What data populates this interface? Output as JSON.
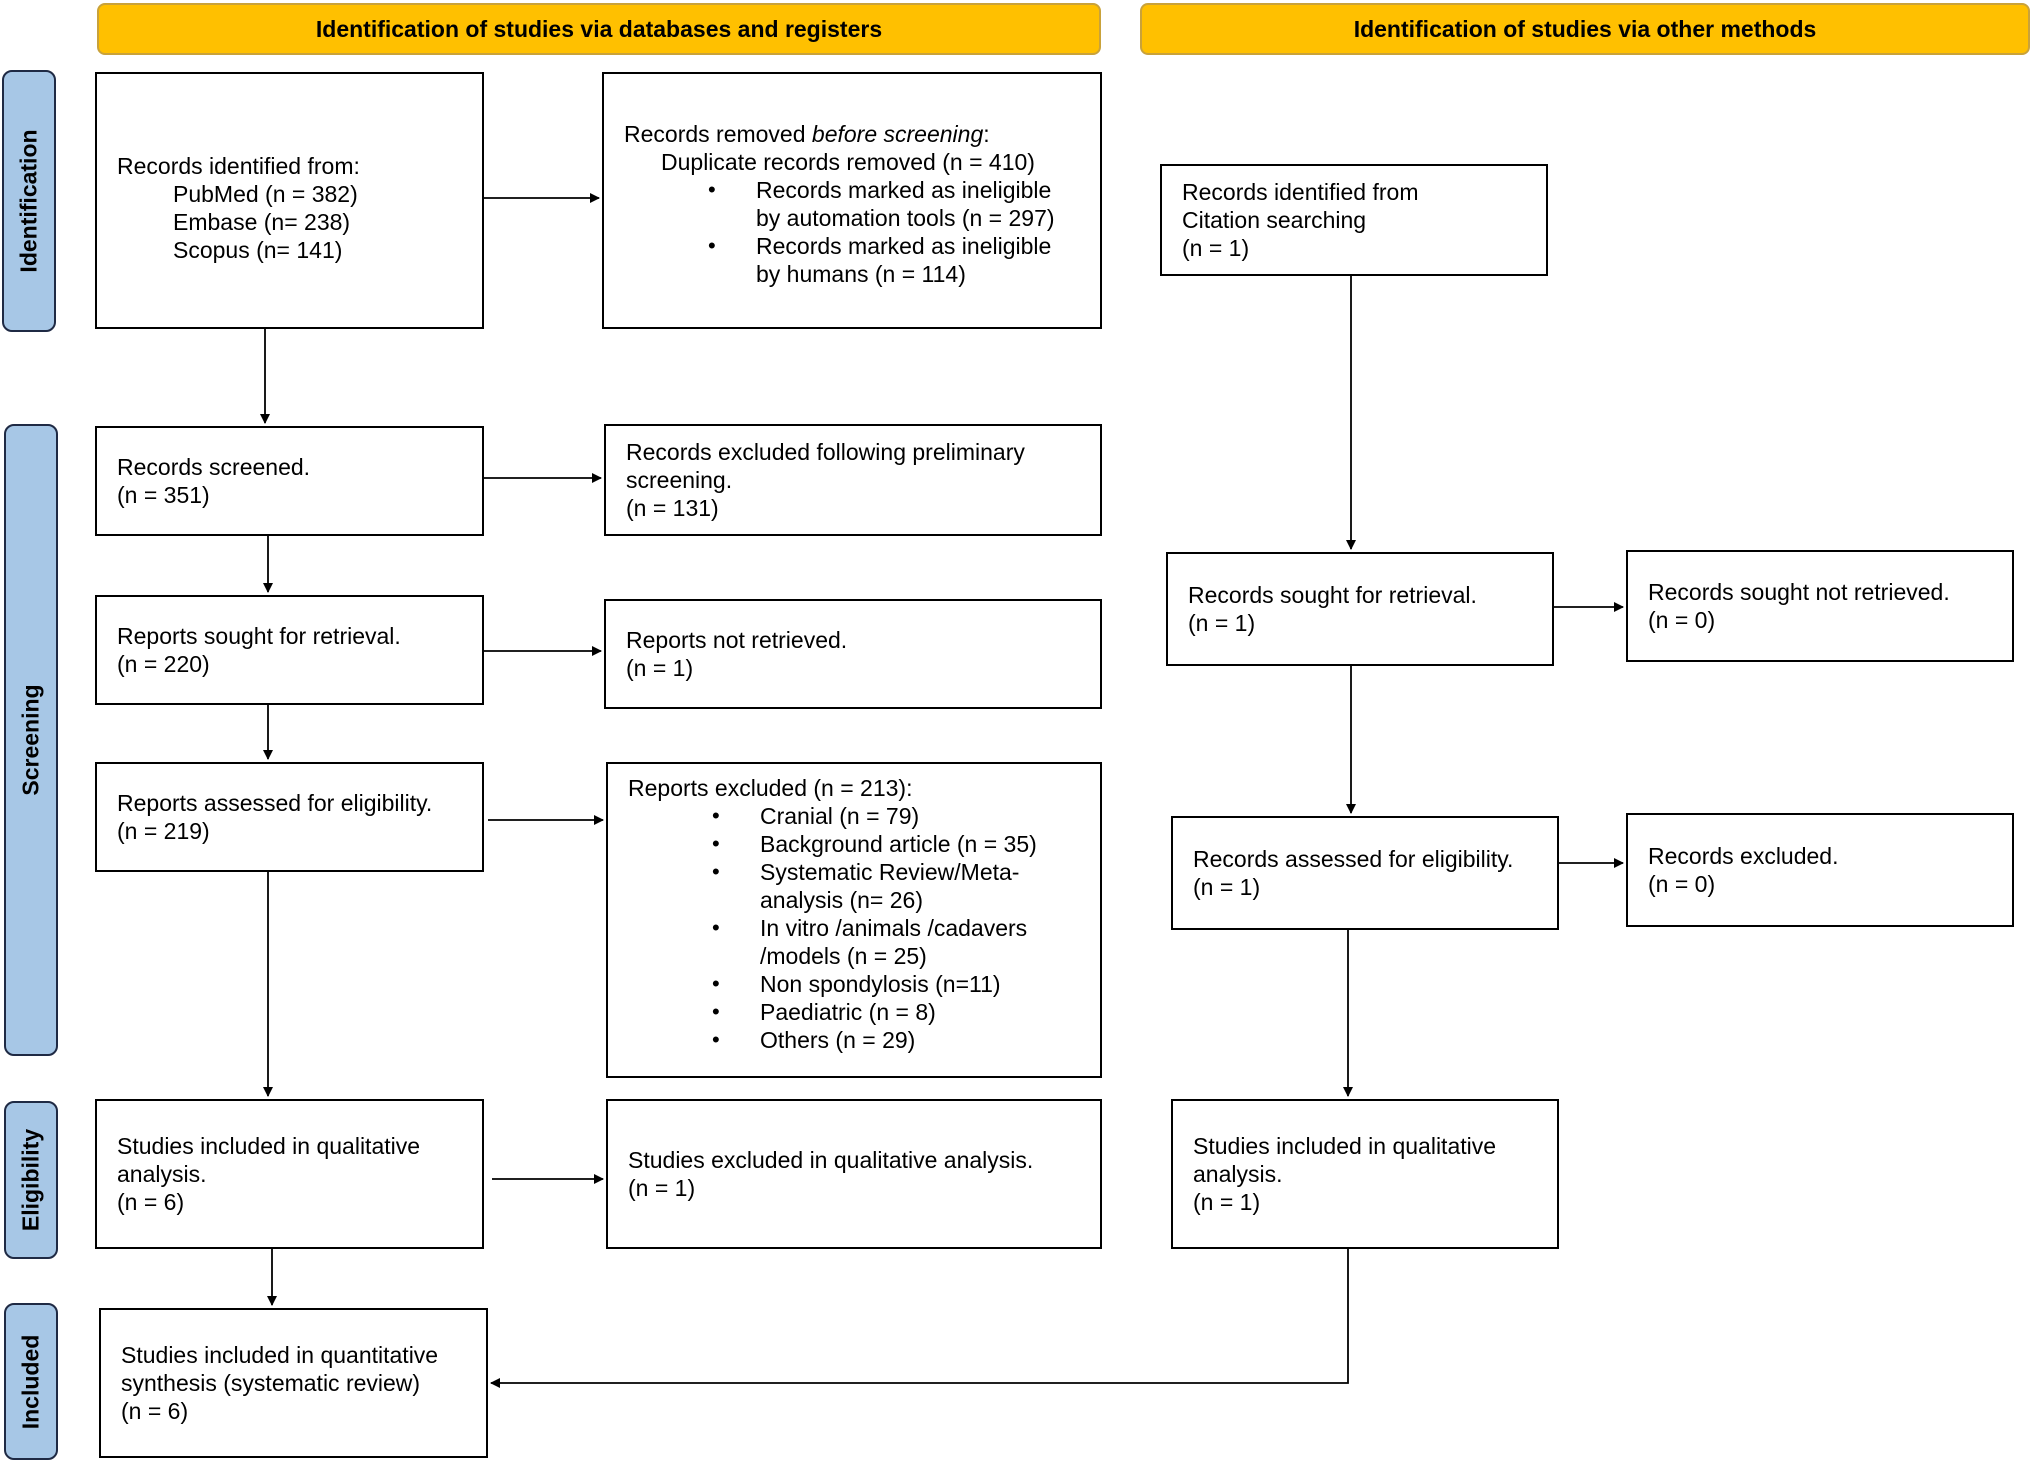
{
  "headers": {
    "databases": "Identification of studies via databases and registers",
    "other": "Identification of studies via other methods"
  },
  "phases": {
    "identification": "Identification",
    "screening": "Screening",
    "eligibility": "Eligibility",
    "included": "Included"
  },
  "db": {
    "records_identified": {
      "title": "Records identified from:",
      "sources": [
        "PubMed (n = 382)",
        "Embase (n= 238)",
        "Scopus (n= 141)"
      ]
    },
    "records_removed": {
      "title_pre": "Records removed ",
      "title_em": "before screening",
      "title_post": ":",
      "duplicates": "Duplicate records removed (n = 410)",
      "bullets": [
        [
          "Records marked as ineligible",
          "by automation tools (n = 297)"
        ],
        [
          "Records marked as ineligible",
          "by humans (n = 114)"
        ]
      ]
    },
    "records_screened": [
      "Records screened.",
      "(n = 351)"
    ],
    "records_excluded": [
      "Records excluded following preliminary",
      "screening.",
      "(n = 131)"
    ],
    "reports_sought": [
      "Reports sought for retrieval.",
      "(n = 220)"
    ],
    "reports_not_retrieved": [
      "Reports not retrieved.",
      "(n = 1)"
    ],
    "reports_assessed": [
      "Reports assessed for eligibility.",
      "(n = 219)"
    ],
    "reports_excluded": {
      "title": "Reports excluded (n = 213):",
      "bullets": [
        [
          "Cranial (n = 79)"
        ],
        [
          "Background article (n = 35)"
        ],
        [
          "Systematic Review/Meta-",
          "analysis (n= 26)"
        ],
        [
          "In vitro /animals /cadavers",
          "/models (n = 25)"
        ],
        [
          "Non spondylosis (n=11)"
        ],
        [
          "Paediatric (n = 8)"
        ],
        [
          "Others (n = 29)"
        ]
      ]
    },
    "studies_qualitative": [
      "Studies included in qualitative",
      "analysis.",
      "(n = 6)"
    ],
    "studies_excluded": [
      "Studies excluded in qualitative analysis.",
      "(n = 1)"
    ],
    "studies_quantitative": [
      "Studies included in quantitative",
      "synthesis (systematic review)",
      "(n = 6)"
    ]
  },
  "other": {
    "records_identified": [
      "Records identified from",
      "Citation searching",
      "(n = 1)"
    ],
    "records_sought": [
      "Records sought for retrieval.",
      "(n = 1)"
    ],
    "records_not_retrieved": [
      "Records sought not retrieved.",
      "(n = 0)"
    ],
    "records_assessed": [
      "Records assessed for eligibility.",
      "(n = 1)"
    ],
    "records_excluded": [
      "Records excluded.",
      "(n = 0)"
    ],
    "studies_qualitative": [
      "Studies included in qualitative",
      "analysis.",
      "(n = 1)"
    ]
  },
  "bullet_glyph": "•"
}
